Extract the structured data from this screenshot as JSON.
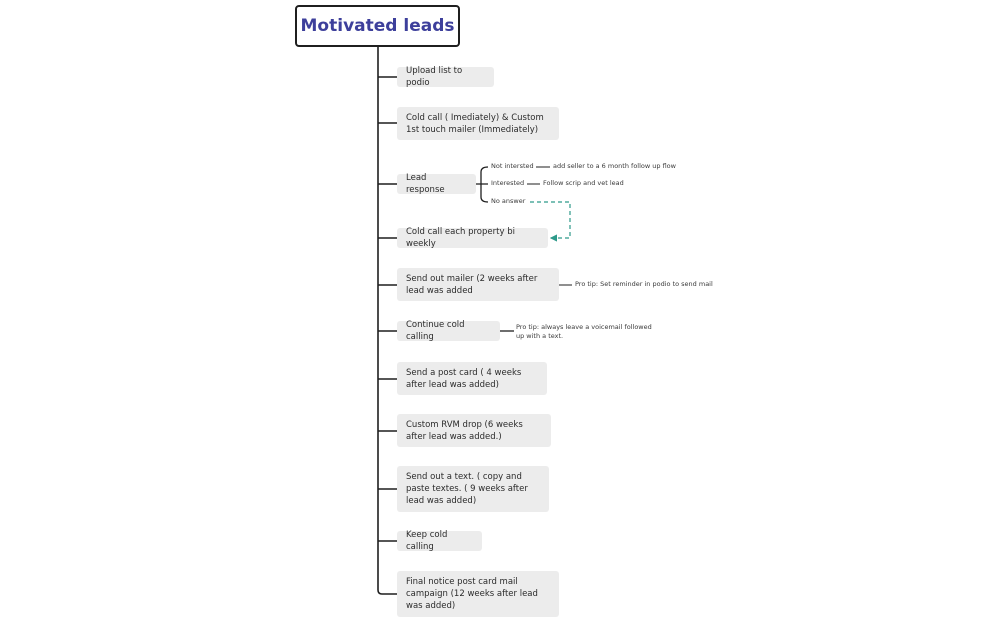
{
  "title": "Motivated leads",
  "steps": [
    {
      "label": "Upload list to podio"
    },
    {
      "label": "Cold call ( Imediately) & Custom 1st touch mailer (Immediately)"
    },
    {
      "label": "Lead response"
    },
    {
      "label": "Cold call each property bi weekly"
    },
    {
      "label": "Send out mailer (2 weeks after lead was added"
    },
    {
      "label": "Continue cold calling"
    },
    {
      "label": "Send a post card ( 4 weeks after lead was added)"
    },
    {
      "label": "Custom RVM drop (6 weeks after lead was added.)"
    },
    {
      "label": "Send out a text. ( copy and paste textes. ( 9 weeks after lead was added)"
    },
    {
      "label": "Keep cold calling"
    },
    {
      "label": "Final notice post card mail campaign (12 weeks after lead was added)"
    }
  ],
  "lead_response": [
    {
      "label": "Not intersted",
      "action": "add seller to a 6 month follow up flow"
    },
    {
      "label": "Interested",
      "action": "Follow scrip and vet lead"
    },
    {
      "label": "No answer",
      "action": ""
    }
  ],
  "tips": {
    "mailer": "Pro tip: Set reminder in podio to send mail",
    "calling": "Pro tip: always leave a voicemail followed up with a text."
  },
  "colors": {
    "title": "#3d3f9b",
    "node_fill": "#ececec",
    "line": "#1f1f1f",
    "dashed_link": "#2e9a8a"
  }
}
